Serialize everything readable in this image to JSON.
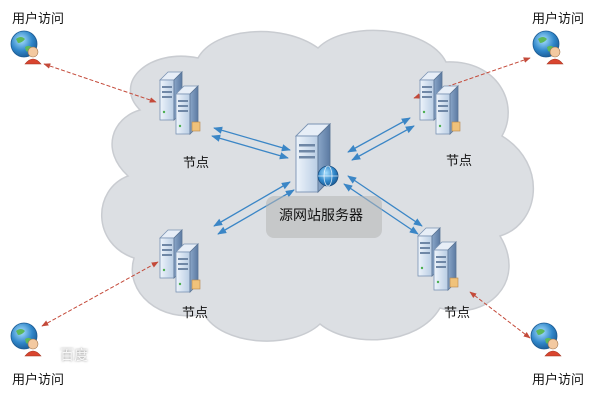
{
  "user_access_label": "用户访问",
  "node_label": "节点",
  "origin_server_label": "源网站服务器",
  "watermark_text": "百度",
  "colors": {
    "cloud_fill": "#dcdfe3",
    "cloud_stroke": "#c6cacf",
    "red_link": "#c44a3a",
    "blue_link": "#4a90c8",
    "server_body": "#cfdff0",
    "server_dark": "#5d7fa8"
  }
}
